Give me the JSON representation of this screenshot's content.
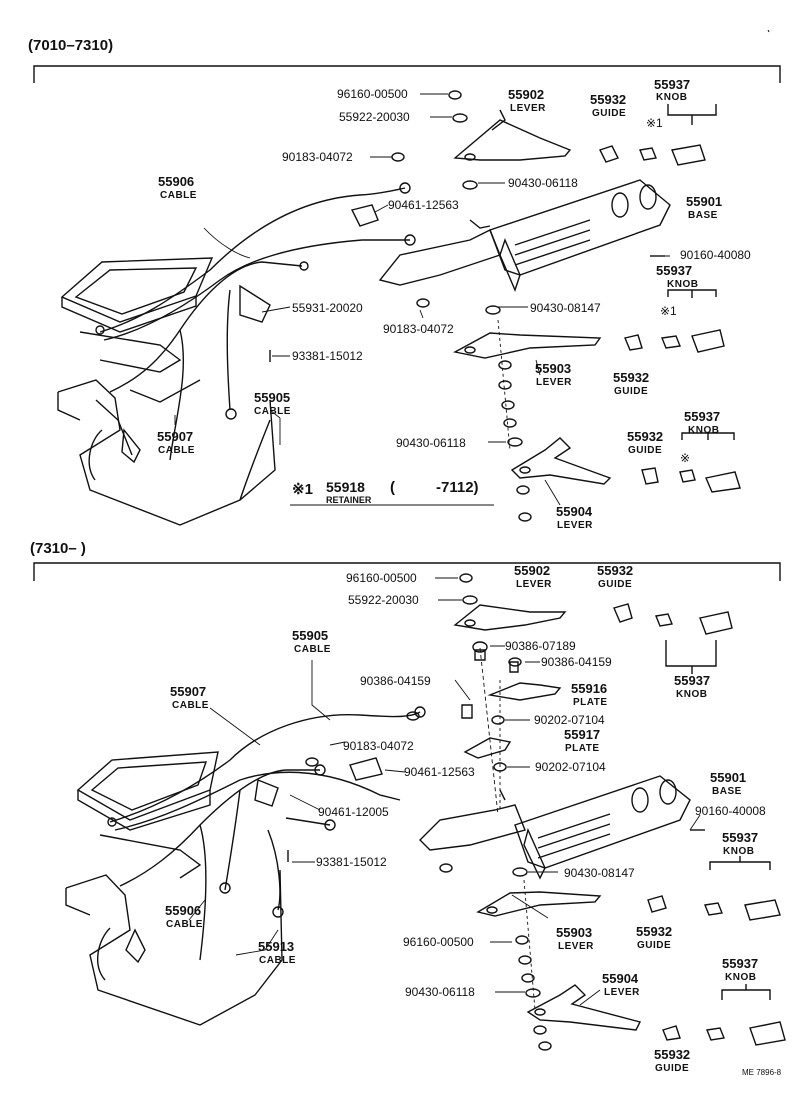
{
  "sections": [
    {
      "range": "(7010–7310)"
    },
    {
      "range": "(7310–          )"
    }
  ],
  "top": {
    "p96160_00500": "96160-00500",
    "p55922_20030": "55922-20030",
    "p90183_04072a": "90183-04072",
    "lever55902": {
      "num": "55902",
      "name": "LEVER"
    },
    "guide55932a": {
      "num": "55932",
      "name": "GUIDE"
    },
    "knob55937a": {
      "num": "55937",
      "name": "KNOB"
    },
    "star1a": "※1",
    "cable55906": {
      "num": "55906",
      "name": "CABLE"
    },
    "p90430_06118a": "90430-06118",
    "p90461_12563a": "90461-12563",
    "base55901": {
      "num": "55901",
      "name": "BASE"
    },
    "p90160_40080": "90160-40080",
    "knob55937b": {
      "num": "55937",
      "name": "KNOB"
    },
    "star1b": "※1",
    "p55931_20020": "55931-20020",
    "p90183_04072b": "90183-04072",
    "p90430_08147a": "90430-08147",
    "p93381_15012a": "93381-15012",
    "lever55903": {
      "num": "55903",
      "name": "LEVER"
    },
    "guide55932b": {
      "num": "55932",
      "name": "GUIDE"
    },
    "cable55905": {
      "num": "55905",
      "name": "CABLE"
    },
    "cable55907": {
      "num": "55907",
      "name": "CABLE"
    },
    "p90430_06118b": "90430-06118",
    "guide55932c": {
      "num": "55932",
      "name": "GUIDE"
    },
    "knob55937c": {
      "num": "55937",
      "name": "KNOB"
    },
    "star1c": "※",
    "retainer": {
      "mark": "※1",
      "num": "55918",
      "name": "RETAINER",
      "open": "(",
      "range": "-7112)"
    },
    "lever55904": {
      "num": "55904",
      "name": "LEVER"
    }
  },
  "bottom": {
    "p96160_00500": "96160-00500",
    "p55922_20030": "55922-20030",
    "lever55902": {
      "num": "55902",
      "name": "LEVER"
    },
    "guide55932a": {
      "num": "55932",
      "name": "GUIDE"
    },
    "cable55905": {
      "num": "55905",
      "name": "CABLE"
    },
    "p90386_07189": "90386-07189",
    "p90386_04159a": "90386-04159",
    "knob55937a": {
      "num": "55937",
      "name": "KNOB"
    },
    "cable55907": {
      "num": "55907",
      "name": "CABLE"
    },
    "p90386_04159b": "90386-04159",
    "plate55916": {
      "num": "55916",
      "name": "PLATE"
    },
    "p90202_07104a": "90202-07104",
    "plate55917": {
      "num": "55917",
      "name": "PLATE"
    },
    "p90183_04072": "90183-04072",
    "p90461_12563": "90461-12563",
    "p90202_07104b": "90202-07104",
    "base55901": {
      "num": "55901",
      "name": "BASE"
    },
    "p90461_12005": "90461-12005",
    "p90160_40008": "90160-40008",
    "knob55937b": {
      "num": "55937",
      "name": "KNOB"
    },
    "p93381_15012": "93381-15012",
    "p90430_08147": "90430-08147",
    "cable55906": {
      "num": "55906",
      "name": "CABLE"
    },
    "lever55903": {
      "num": "55903",
      "name": "LEVER"
    },
    "guide55932b": {
      "num": "55932",
      "name": "GUIDE"
    },
    "p96160_00500b": "96160-00500",
    "cable55913": {
      "num": "55913",
      "name": "CABLE"
    },
    "p90430_06118": "90430-06118",
    "lever55904": {
      "num": "55904",
      "name": "LEVER"
    },
    "knob55937c": {
      "num": "55937",
      "name": "KNOB"
    },
    "guide55932c": {
      "num": "55932",
      "name": "GUIDE"
    }
  },
  "code": "ME 7896-8"
}
